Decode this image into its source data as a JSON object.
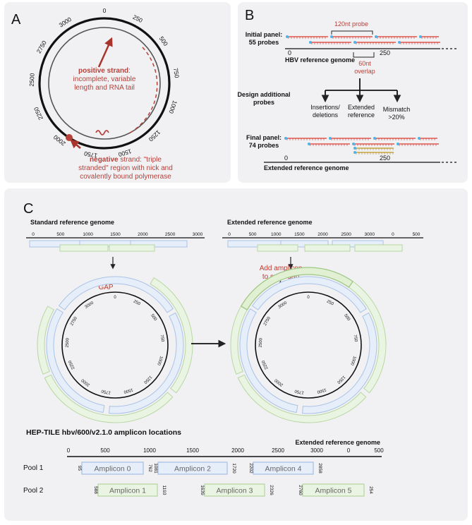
{
  "panels": {
    "a": "A",
    "b": "B",
    "c": "C"
  },
  "panel_a": {
    "ticks": [
      "0",
      "250",
      "500",
      "750",
      "1000",
      "1250",
      "1500",
      "1750",
      "2000",
      "2250",
      "2500",
      "2750",
      "3000"
    ],
    "positive_title": "positive strand",
    "positive_rest_1": ":",
    "positive_line_2": "incomplete, variable",
    "positive_line_3": "length and RNA tail",
    "negative_title": "negative",
    "negative_rest_1": " strand: \"triple",
    "negative_line_2": "stranded\" region with nick and",
    "negative_line_3": "covalently bound polymerase"
  },
  "panel_b": {
    "initial_label_1": "Initial panel:",
    "initial_label_2": "55 probes",
    "probe_label": "120nt probe",
    "axis_0": "0",
    "axis_250": "250",
    "ref_label": "HBV reference genome",
    "overlap_1": "60nt",
    "overlap_2": "overlap",
    "design_1": "Design additional",
    "design_2": "probes",
    "opt1_1": "Insertions/",
    "opt1_2": "deletions",
    "opt2_1": "Extended",
    "opt2_2": "reference",
    "opt3_1": "Mismatch",
    "opt3_2": ">20%",
    "final_label_1": "Final panel:",
    "final_label_2": "74 probes",
    "ext_ref_label": "Extended  reference genome"
  },
  "panel_c": {
    "std_title": "Standard reference genome",
    "ext_title": "Extended reference genome",
    "std_axis": [
      "0",
      "500",
      "1000",
      "1500",
      "2000",
      "2500",
      "3000"
    ],
    "ext_axis": [
      "0",
      "500",
      "1000",
      "1500",
      "2000",
      "2500",
      "3000",
      "0",
      "500"
    ],
    "gap_label": "GAP",
    "add_1": "Add amplicon",
    "add_2": "to span gap",
    "circle_ticks": [
      "0",
      "250",
      "500",
      "750",
      "1000",
      "1250",
      "1500",
      "1750",
      "2000",
      "2250",
      "2500",
      "2750",
      "3000"
    ],
    "hep_title": "HEP-TILE hbv/600/v2.1.0 amplicon locations",
    "hep_ext_label": "Extended reference genome",
    "hep_axis": [
      "0",
      "500",
      "1000",
      "1500",
      "2000",
      "2500",
      "3000",
      "0",
      "500"
    ],
    "pool1": "Pool 1",
    "pool2": "Pool 2",
    "amplicons": [
      {
        "name": "Amplicon 0",
        "start": "95",
        "end": "762"
      },
      {
        "name": "Amplicon 1",
        "start": "588",
        "end": "1193"
      },
      {
        "name": "Amplicon 2",
        "start": "1081",
        "end": "1720"
      },
      {
        "name": "Amplicon 3",
        "start": "1639",
        "end": "2326"
      },
      {
        "name": "Amplicon 4",
        "start": "2202",
        "end": "2858"
      },
      {
        "name": "Amplicon 5",
        "start": "2760",
        "end": "254"
      }
    ]
  },
  "colors": {
    "red": "#c0392b",
    "dark_red": "#a9342b",
    "blue_fill": "#e6eefa",
    "blue_stroke": "#a9c2e6",
    "green_fill": "#eaf4e2",
    "green_stroke": "#b8d7a3",
    "cyan": "#4fb3e8",
    "yellow": "#d2b86c"
  }
}
